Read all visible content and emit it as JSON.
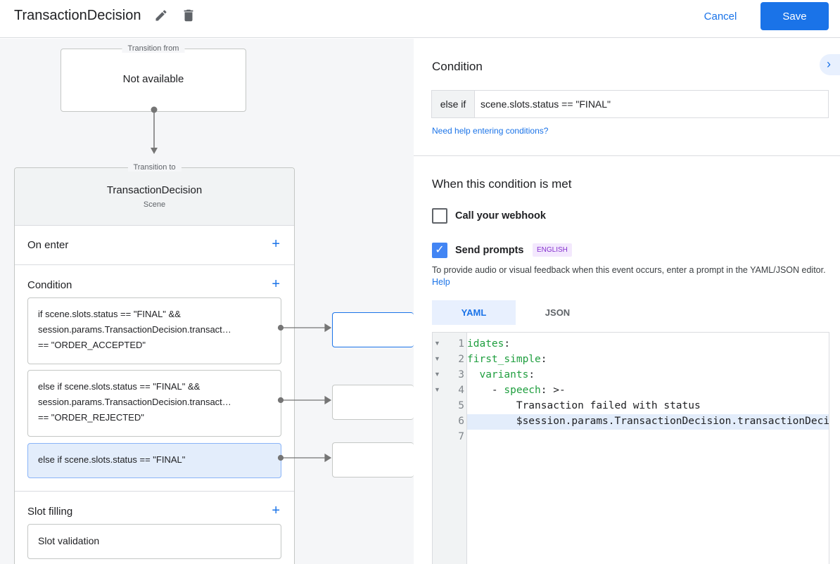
{
  "header": {
    "title": "TransactionDecision",
    "edit_icon": "pencil-icon",
    "delete_icon": "trash-icon",
    "cancel_label": "Cancel",
    "save_label": "Save"
  },
  "canvas": {
    "transition_from": {
      "legend": "Transition from",
      "value": "Not available"
    },
    "transition_to": {
      "legend": "Transition to",
      "scene_name": "TransactionDecision",
      "scene_type": "Scene"
    },
    "on_enter": "On enter",
    "condition": "Condition",
    "conditions": [
      {
        "lines": [
          "if scene.slots.status == \"FINAL\" &&",
          "session.params.TransactionDecision.transact…",
          "== \"ORDER_ACCEPTED\""
        ]
      },
      {
        "lines": [
          "else if scene.slots.status == \"FINAL\" &&",
          "session.params.TransactionDecision.transact…",
          "== \"ORDER_REJECTED\""
        ]
      },
      {
        "lines": [
          "else if scene.slots.status == \"FINAL\""
        ]
      }
    ],
    "slot_filling": "Slot filling",
    "slot_validation": "Slot validation"
  },
  "panel": {
    "condition_title": "Condition",
    "prefix": "else if",
    "condition_value": "scene.slots.status == \"FINAL\"",
    "help_link": "Need help entering conditions?",
    "met_title": "When this condition is met",
    "webhook_label": "Call your webhook",
    "webhook_checked": false,
    "prompts_label": "Send prompts",
    "prompts_checked": true,
    "language_badge": "ENGLISH",
    "description": "To provide audio or visual feedback when this event occurs, enter a prompt in the YAML/JSON editor.",
    "help": "Help",
    "tabs": [
      {
        "label": "YAML",
        "active": true
      },
      {
        "label": "JSON",
        "active": false
      }
    ],
    "code_lines": [
      {
        "n": "1",
        "key": "idates",
        "rest": ":"
      },
      {
        "n": "2",
        "key": "first_simple",
        "rest": ":"
      },
      {
        "n": "3",
        "indent": "  ",
        "key": "variants",
        "rest": ":"
      },
      {
        "n": "4",
        "indent": "    - ",
        "key": "speech",
        "rest": ": >-"
      },
      {
        "n": "5",
        "text": "        Transaction failed with status"
      },
      {
        "n": "6",
        "text": "        $session.params.TransactionDecision.transactionDecision"
      },
      {
        "n": "7",
        "text": ""
      }
    ],
    "accent": "#1a73e8"
  }
}
